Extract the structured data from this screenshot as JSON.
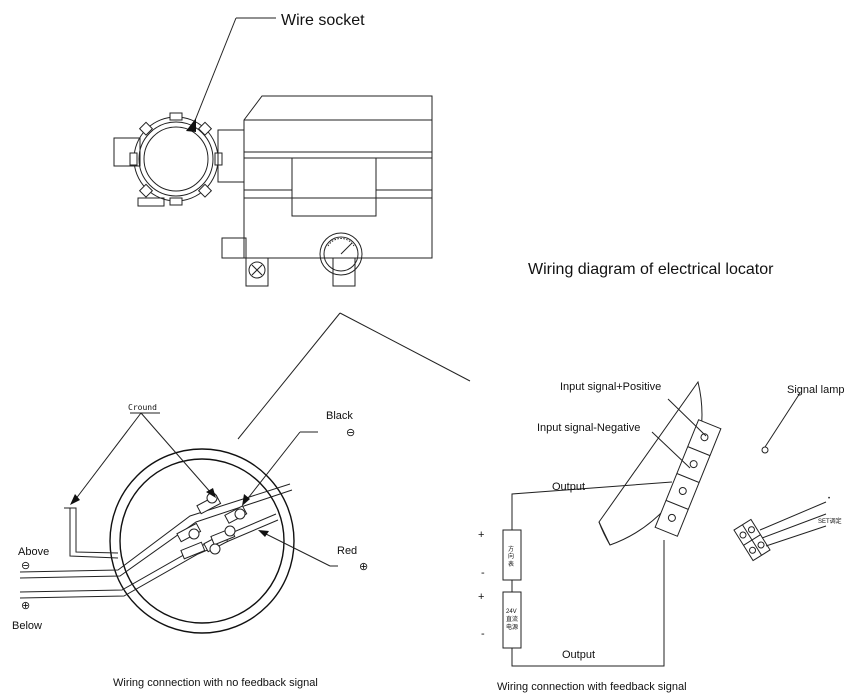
{
  "title": "Wiring diagram of electrical locator",
  "top_view": {
    "wire_socket_label": "Wire socket"
  },
  "left_view": {
    "ground_label": "Cround",
    "black_label": "Black",
    "red_label": "Red",
    "above_label": "Above",
    "below_label": "Below",
    "caption": "Wiring connection with no feedback signal",
    "minus_symbol": "⊖",
    "plus_symbol": "⊕"
  },
  "right_view": {
    "input_positive_label": "Input signal+Positive",
    "input_negative_label": "Input signal-Negative",
    "signal_lamp_label": "Signal lamp",
    "output_top_label": "Output",
    "output_bottom_label": "Output",
    "caption": "Wiring connection with feedback signal",
    "meter_text_1": "方",
    "meter_text_2": "向",
    "meter_text_3": "表",
    "supply_text_1": "24V",
    "supply_text_2": "直流",
    "supply_text_3": "电源",
    "set_label": "SET调定",
    "dot_label": "•",
    "plus_sign": "+",
    "minus_sign": "-"
  }
}
